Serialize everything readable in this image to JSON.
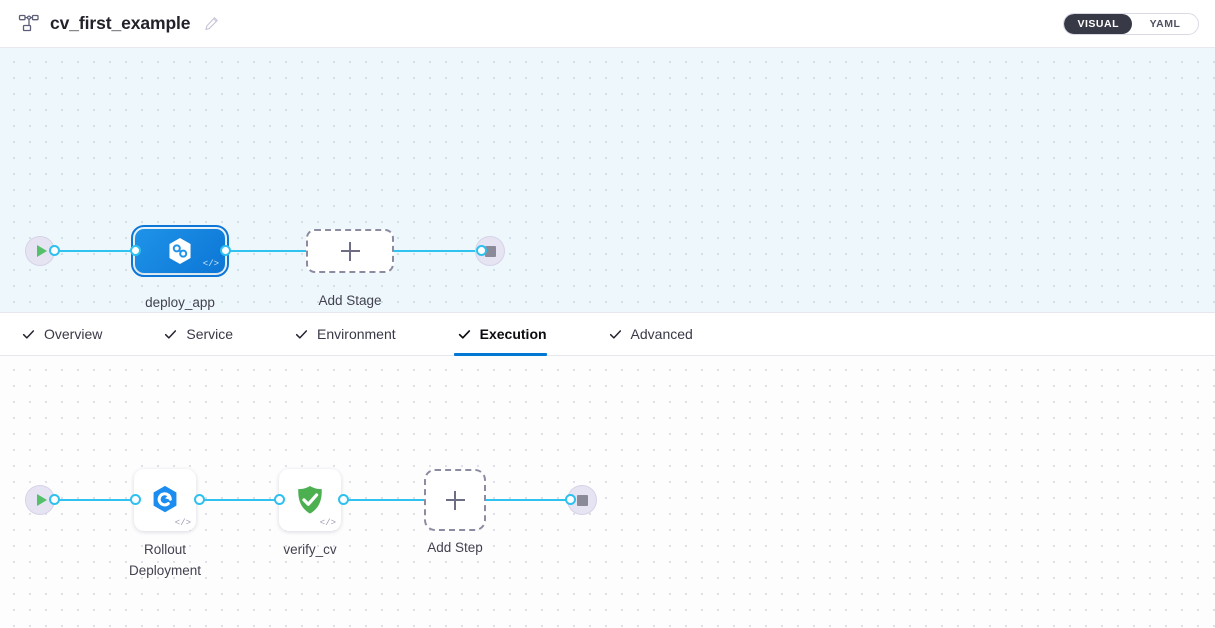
{
  "header": {
    "pipeline_icon": "pipeline-graph-icon",
    "title": "cv_first_example",
    "edit_icon": "edit-pencil-icon",
    "view_toggle": {
      "options": [
        {
          "label": "VISUAL",
          "active": true
        },
        {
          "label": "YAML",
          "active": false
        }
      ],
      "active_bg": "#383946",
      "active_fg": "#ffffff"
    }
  },
  "stage_canvas": {
    "start_icon": "play-icon",
    "end_icon": "stop-icon",
    "edge_color": "#30c3f0",
    "background": "#eef8fc",
    "nodes": [
      {
        "name": "deploy_app",
        "label": "deploy_app",
        "icon": "kubernetes-hexagon-icon",
        "selected": true,
        "accent": "#0d76d6",
        "code_badge": "</>"
      }
    ],
    "add_stage": {
      "label": "Add Stage",
      "icon": "plus-icon"
    }
  },
  "tabs": {
    "items": [
      {
        "label": "Overview",
        "icon": "check-icon",
        "active": false
      },
      {
        "label": "Service",
        "icon": "check-icon",
        "active": false
      },
      {
        "label": "Environment",
        "icon": "check-icon",
        "active": false
      },
      {
        "label": "Execution",
        "icon": "check-icon",
        "active": true
      },
      {
        "label": "Advanced",
        "icon": "check-icon",
        "active": false
      }
    ],
    "active_underline_color": "#0278d5"
  },
  "step_canvas": {
    "start_icon": "play-icon",
    "end_icon": "stop-icon",
    "edge_color": "#30c3f0",
    "background": "#fdfdfe",
    "steps": [
      {
        "name": "rollout-deployment",
        "label": "Rollout\nDeployment",
        "icon": "rollout-hexagon-icon",
        "accent": "#1b8cf0",
        "code_badge": "</>"
      },
      {
        "name": "verify_cv",
        "label": "verify_cv",
        "icon": "verify-shield-check-icon",
        "accent": "#4caf50",
        "code_badge": "</>"
      }
    ],
    "add_step": {
      "label": "Add Step",
      "icon": "plus-icon"
    }
  }
}
